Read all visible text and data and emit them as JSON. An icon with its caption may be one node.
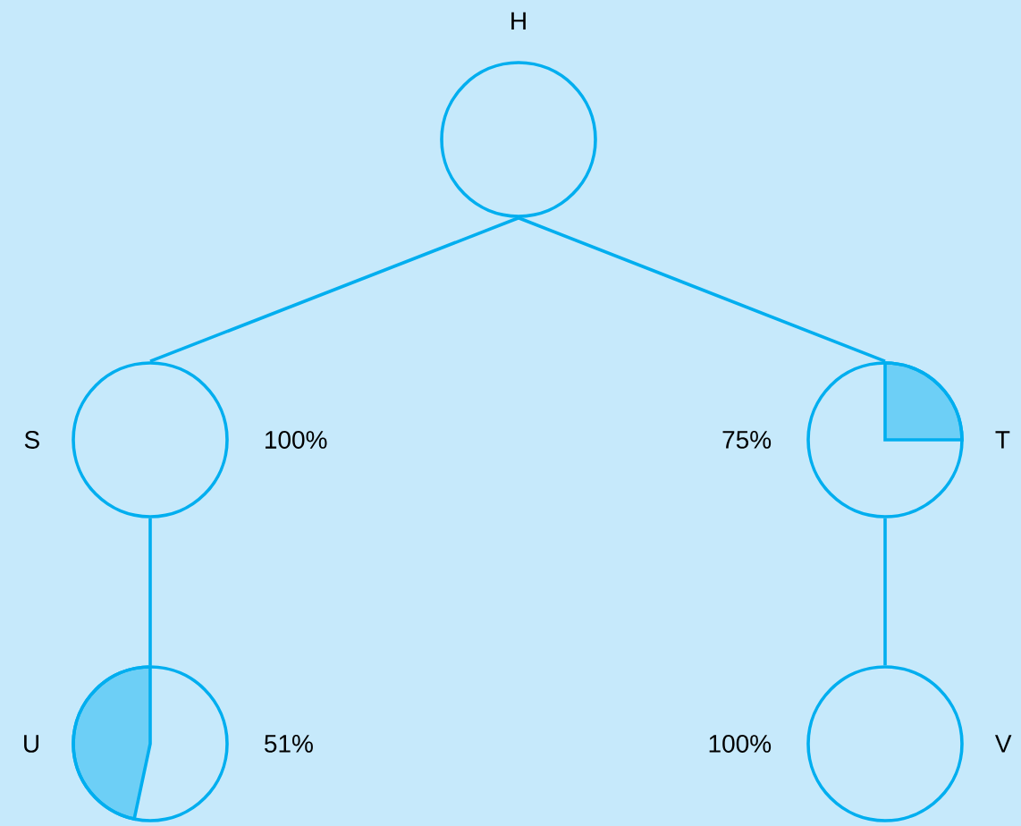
{
  "diagram": {
    "nodes": [
      {
        "text": [
          "H"
        ]
      },
      {
        "text": [
          "S"
        ],
        "beside": [
          "100%"
        ]
      },
      {
        "text": [
          "T"
        ],
        "beside": [
          "75%"
        ]
      },
      {
        "text": [
          "U"
        ],
        "beside": [
          "51%"
        ]
      },
      {
        "text": [
          "V"
        ],
        "beside": [
          "100%"
        ]
      }
    ],
    "edges": [
      {
        "from": 0,
        "to": 1,
        "arrow": "none"
      },
      {
        "from": 0,
        "to": 2,
        "arrow": "none"
      },
      {
        "from": 1,
        "to": 3,
        "arrow": "none"
      },
      {
        "from": 2,
        "to": 4,
        "arrow": "none"
      }
    ]
  }
}
